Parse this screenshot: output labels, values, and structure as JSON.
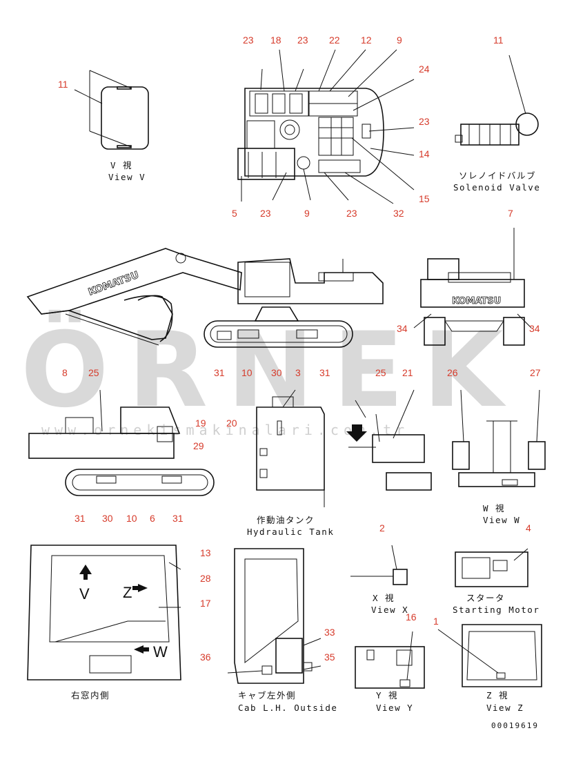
{
  "watermark": {
    "brand": "ÖRNEK",
    "url": "www.ornekismakinalari.com.tr"
  },
  "drawing_code": "00019619",
  "views": {
    "v": {
      "jp": "V 視",
      "en": "View V"
    },
    "solenoid": {
      "jp": "ソレノイドバルブ",
      "en": "Solenoid Valve"
    },
    "tank": {
      "jp": "作動油タンク",
      "en": "Hydraulic Tank"
    },
    "w": {
      "jp": "W 視",
      "en": "View W"
    },
    "x": {
      "jp": "X 視",
      "en": "View X"
    },
    "starter": {
      "jp": "スタータ",
      "en": "Starting Motor"
    },
    "window": {
      "jp": "右窓内側"
    },
    "cab": {
      "jp": "キャブ左外側",
      "en": "Cab L.H. Outside"
    },
    "y": {
      "jp": "Y 視",
      "en": "View Y"
    },
    "z": {
      "jp": "Z 視",
      "en": "View Z"
    }
  },
  "brand_text": "KOMATSU",
  "letters": {
    "V": "V",
    "Z": "Z",
    "W": "W",
    "X": "X",
    "Y": "Y"
  },
  "labels": {
    "l11a": "11",
    "l23a": "23",
    "l18": "18",
    "l23b": "23",
    "l22": "22",
    "l12": "12",
    "l9a": "9",
    "l11b": "11",
    "l24": "24",
    "l23c": "23",
    "l14": "14",
    "l15": "15",
    "l5": "5",
    "l23d": "23",
    "l9b": "9",
    "l23e": "23",
    "l32": "32",
    "l7": "7",
    "l34a": "34",
    "l34b": "34",
    "l8": "8",
    "l31a": "31",
    "l10a": "10",
    "l30a": "30",
    "l3": "3",
    "l31b": "31",
    "l25a": "25",
    "l21": "21",
    "l26": "26",
    "l27": "27",
    "l25b": "25",
    "l19": "19",
    "l20": "20",
    "l29": "29",
    "l31c": "31",
    "l30b": "30",
    "l10b": "10",
    "l6": "6",
    "l31d": "31",
    "l2": "2",
    "l4": "4",
    "l13": "13",
    "l28": "28",
    "l17": "17",
    "l33": "33",
    "l36": "36",
    "l35": "35",
    "l16": "16",
    "l1": "1"
  }
}
